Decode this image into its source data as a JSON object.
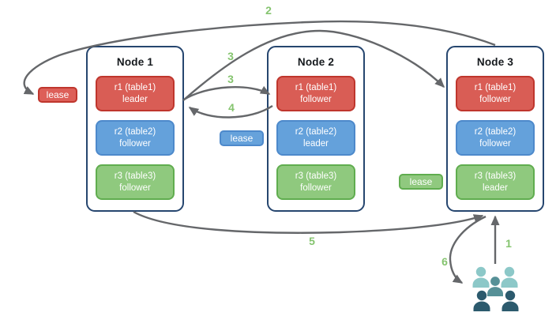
{
  "diagram": {
    "nodes": [
      {
        "title": "Node 1",
        "replicas": [
          {
            "range": "r1 (table1)",
            "role": "leader",
            "color": "red"
          },
          {
            "range": "r2 (table2)",
            "role": "follower",
            "color": "blue"
          },
          {
            "range": "r3 (table3)",
            "role": "follower",
            "color": "green"
          }
        ]
      },
      {
        "title": "Node 2",
        "replicas": [
          {
            "range": "r1 (table1)",
            "role": "follower",
            "color": "red"
          },
          {
            "range": "r2 (table2)",
            "role": "leader",
            "color": "blue"
          },
          {
            "range": "r3 (table3)",
            "role": "follower",
            "color": "green"
          }
        ]
      },
      {
        "title": "Node 3",
        "replicas": [
          {
            "range": "r1 (table1)",
            "role": "follower",
            "color": "red"
          },
          {
            "range": "r2 (table2)",
            "role": "follower",
            "color": "blue"
          },
          {
            "range": "r3 (table3)",
            "role": "leader",
            "color": "green"
          }
        ]
      }
    ],
    "leases": {
      "table1": {
        "label": "lease",
        "color": "#dd5f58"
      },
      "table2": {
        "label": "lease",
        "color": "#66a2db"
      },
      "table3": {
        "label": "lease",
        "color": "#90c97f"
      }
    },
    "steps": {
      "s1": "1",
      "s2": "2",
      "s3a": "3",
      "s3b": "3",
      "s4": "4",
      "s5": "5",
      "s6": "6"
    },
    "colors": {
      "arrow": "#65676a",
      "step_label": "#85c46f",
      "node_border": "#26466f",
      "red_fill": "#d95d55",
      "red_border": "#bf362d",
      "blue_fill": "#64a1db",
      "blue_border": "#4d89cb",
      "green_fill": "#8fc97e",
      "green_border": "#60ad4f",
      "user_light": "#8cc8c8",
      "user_mid": "#569097",
      "user_dark": "#2c5a6d"
    }
  }
}
